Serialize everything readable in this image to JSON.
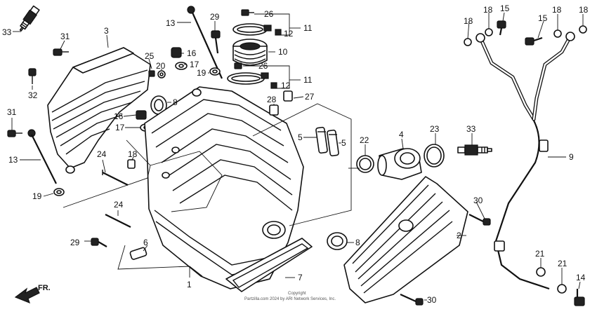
{
  "callouts": [
    {
      "id": "c33a",
      "text": "33"
    },
    {
      "id": "c31a",
      "text": "31"
    },
    {
      "id": "c3",
      "text": "3"
    },
    {
      "id": "c32",
      "text": "32"
    },
    {
      "id": "c31b",
      "text": "31"
    },
    {
      "id": "c13a",
      "text": "13"
    },
    {
      "id": "c19a",
      "text": "19"
    },
    {
      "id": "c29a",
      "text": "29"
    },
    {
      "id": "c13b",
      "text": "13"
    },
    {
      "id": "c29b",
      "text": "29"
    },
    {
      "id": "c25",
      "text": "25"
    },
    {
      "id": "c20",
      "text": "20"
    },
    {
      "id": "c16a",
      "text": "16"
    },
    {
      "id": "c17a",
      "text": "17"
    },
    {
      "id": "c19b",
      "text": "19"
    },
    {
      "id": "c8a",
      "text": "8"
    },
    {
      "id": "c16b",
      "text": "16"
    },
    {
      "id": "c17b",
      "text": "17"
    },
    {
      "id": "c18a",
      "text": "18"
    },
    {
      "id": "c24a",
      "text": "24"
    },
    {
      "id": "c24b",
      "text": "24"
    },
    {
      "id": "c6",
      "text": "6"
    },
    {
      "id": "c26a",
      "text": "26"
    },
    {
      "id": "c12a",
      "text": "12"
    },
    {
      "id": "c11a",
      "text": "11"
    },
    {
      "id": "c10",
      "text": "10"
    },
    {
      "id": "c26b",
      "text": "26"
    },
    {
      "id": "c11b",
      "text": "11"
    },
    {
      "id": "c12b",
      "text": "12"
    },
    {
      "id": "c27",
      "text": "27"
    },
    {
      "id": "c28",
      "text": "28"
    },
    {
      "id": "c5a",
      "text": "5"
    },
    {
      "id": "c5b",
      "text": "5"
    },
    {
      "id": "c22",
      "text": "22"
    },
    {
      "id": "c4",
      "text": "4"
    },
    {
      "id": "c23",
      "text": "23"
    },
    {
      "id": "c33b",
      "text": "33"
    },
    {
      "id": "c30a",
      "text": "30"
    },
    {
      "id": "c2",
      "text": "2"
    },
    {
      "id": "c8b",
      "text": "8"
    },
    {
      "id": "c7",
      "text": "7"
    },
    {
      "id": "c1",
      "text": "1"
    },
    {
      "id": "c30b",
      "text": "30"
    },
    {
      "id": "c18b",
      "text": "18"
    },
    {
      "id": "c15a",
      "text": "15"
    },
    {
      "id": "c15b",
      "text": "15"
    },
    {
      "id": "c18c",
      "text": "18"
    },
    {
      "id": "c18d",
      "text": "18"
    },
    {
      "id": "c9",
      "text": "9"
    },
    {
      "id": "c21a",
      "text": "21"
    },
    {
      "id": "c21b",
      "text": "21"
    },
    {
      "id": "c14",
      "text": "14"
    }
  ],
  "direction_label": "FR.",
  "copyright": {
    "line1": "Copyright",
    "line2": "Partzilla.com 2024 by ARI Network Services, Inc."
  }
}
